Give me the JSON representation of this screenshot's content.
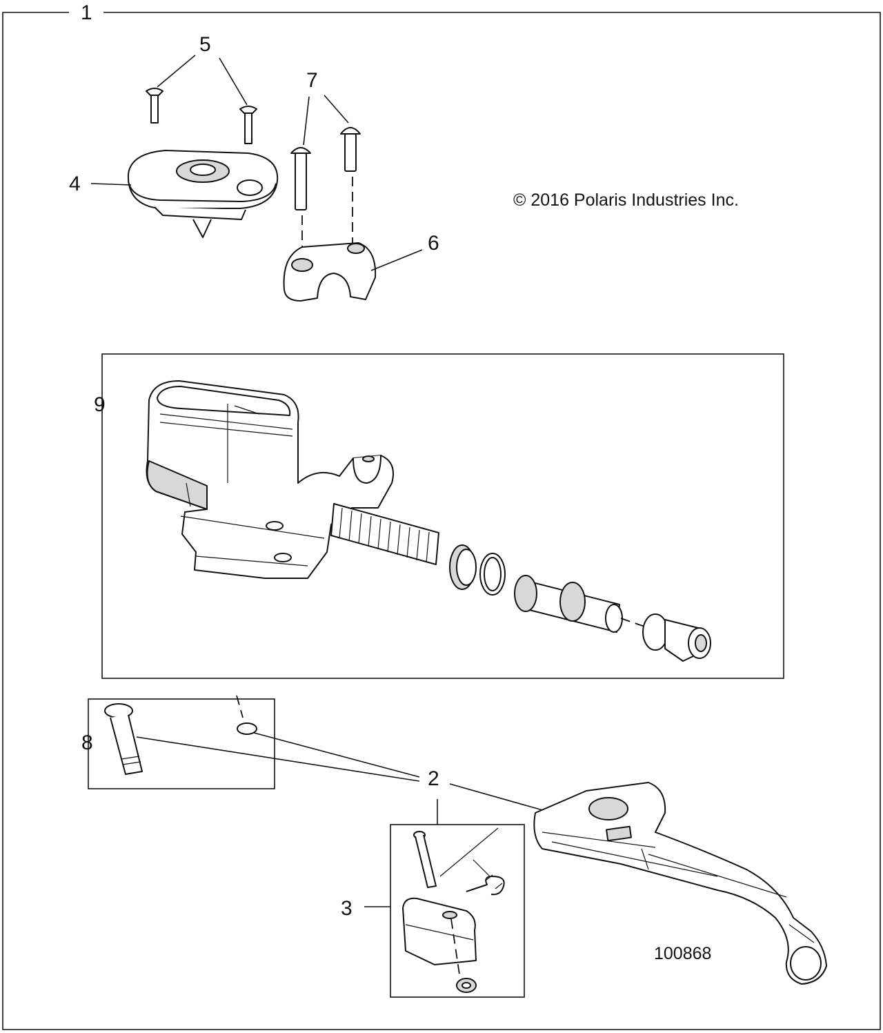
{
  "callouts": {
    "c1": "1",
    "c2": "2",
    "c3": "3",
    "c4": "4",
    "c5": "5",
    "c6": "6",
    "c7": "7",
    "c8": "8",
    "c9": "9"
  },
  "copyright": "© 2016 Polaris Industries Inc.",
  "figure_number": "100868"
}
